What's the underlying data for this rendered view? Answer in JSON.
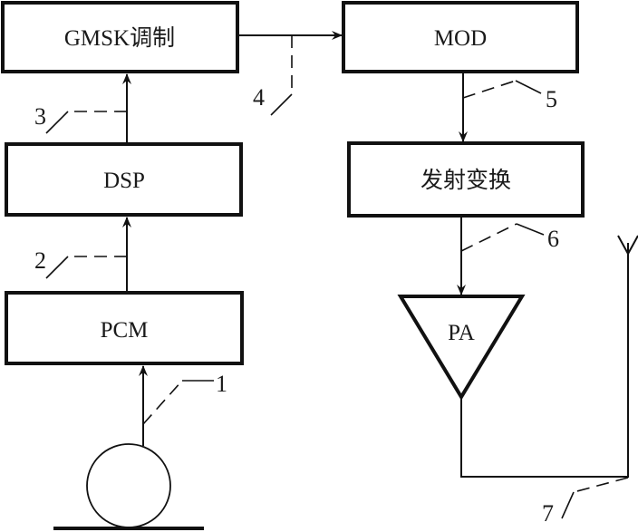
{
  "diagram": {
    "blocks": {
      "gmsk": "GMSK调制",
      "mod": "MOD",
      "dsp": "DSP",
      "tx_convert": "发射变换",
      "pcm": "PCM",
      "pa": "PA"
    },
    "labels": {
      "l1": "1",
      "l2": "2",
      "l3": "3",
      "l4": "4",
      "l5": "5",
      "l6": "6",
      "l7": "7"
    },
    "icons": {
      "microphone": "circle-microphone-icon",
      "antenna": "antenna-icon",
      "amplifier": "triangle-amplifier-icon"
    }
  }
}
